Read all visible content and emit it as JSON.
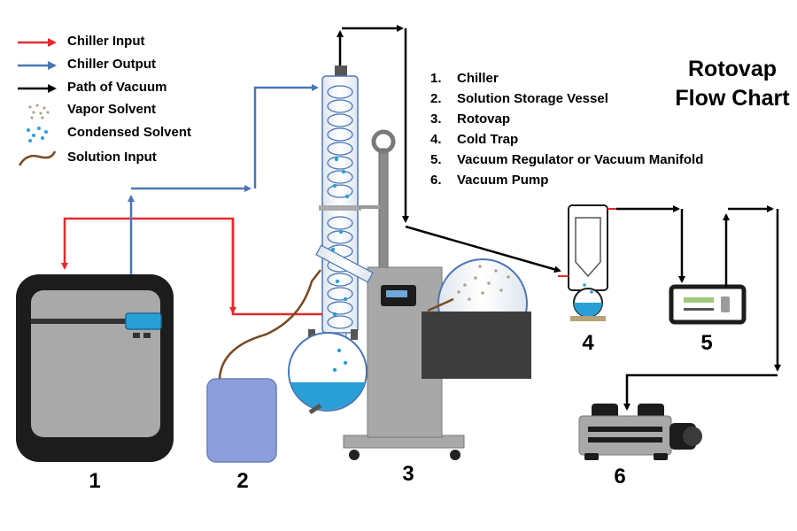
{
  "title": {
    "line1": "Rotovap",
    "line2": "Flow Chart"
  },
  "legend": [
    {
      "label": "Chiller Input",
      "icon": "red-arrow-icon",
      "color": "#e8282b"
    },
    {
      "label": "Chiller Output",
      "icon": "blue-arrow-icon",
      "color": "#4a76b5"
    },
    {
      "label": "Path of Vacuum",
      "icon": "black-arrow-icon",
      "color": "#000000"
    },
    {
      "label": "Vapor Solvent",
      "icon": "vapor-dots-icon",
      "color": "#b0a58e"
    },
    {
      "label": "Condensed Solvent",
      "icon": "condensed-drops-icon",
      "color": "#2a9fd6"
    },
    {
      "label": "Solution Input",
      "icon": "brown-tube-icon",
      "color": "#7a4a22"
    }
  ],
  "components": [
    {
      "num": "1.",
      "name": "Chiller"
    },
    {
      "num": "2.",
      "name": "Solution Storage Vessel"
    },
    {
      "num": "3.",
      "name": "Rotovap"
    },
    {
      "num": "4.",
      "name": "Cold Trap"
    },
    {
      "num": "5.",
      "name": "Vacuum Regulator or Vacuum Manifold"
    },
    {
      "num": "6.",
      "name": "Vacuum Pump"
    }
  ],
  "equipment_numbers": [
    "1",
    "2",
    "3",
    "4",
    "5",
    "6"
  ],
  "colors": {
    "chiller_input": "#e8282b",
    "chiller_output": "#4a76b5",
    "vacuum": "#000000",
    "condensed": "#2a9fd6",
    "solution": "#7a4a22",
    "vessel": "#8d9edc",
    "equipment_grey": "#a8a8a8"
  }
}
